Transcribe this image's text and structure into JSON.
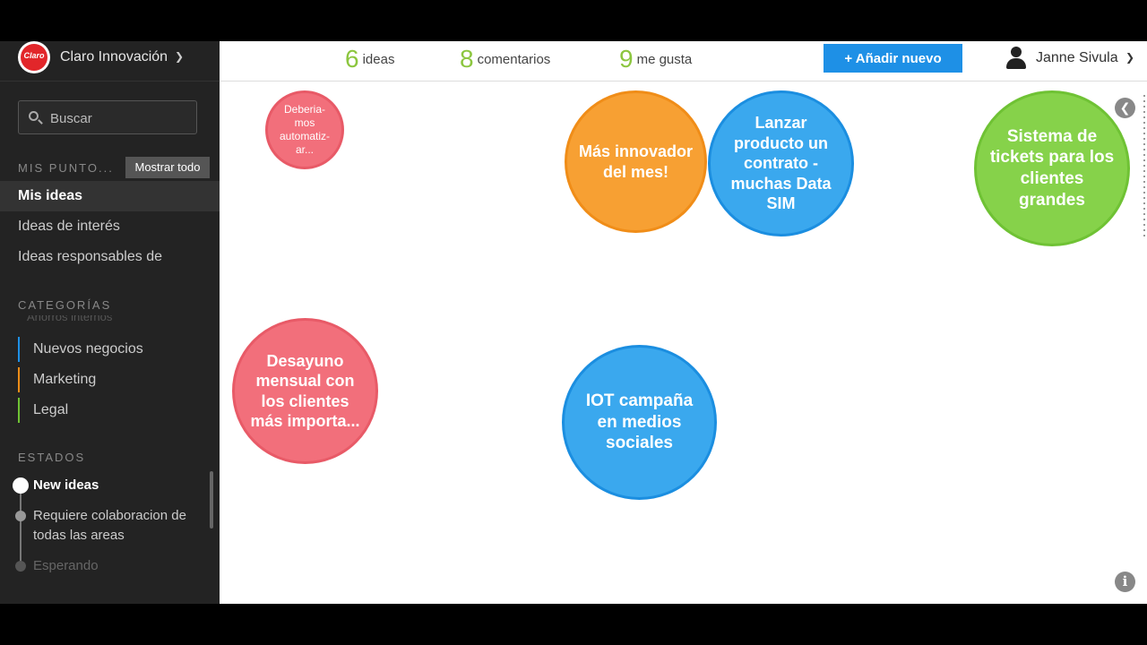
{
  "brand": {
    "logo_text": "Claro",
    "name": "Claro Innovación"
  },
  "search": {
    "placeholder": "Buscar"
  },
  "sidebar": {
    "my_points": {
      "title": "MIS PUNTO...",
      "show_all": "Mostrar todo",
      "items": [
        "Mis ideas",
        "Ideas de interés",
        "Ideas responsables de"
      ]
    },
    "categories": {
      "title": "CATEGORÍAS",
      "faded_item": "Ahorros internos",
      "items": [
        {
          "label": "Nuevos negocios",
          "color": "#1e90e6"
        },
        {
          "label": "Marketing",
          "color": "#f08d18"
        },
        {
          "label": "Legal",
          "color": "#6fc234"
        }
      ]
    },
    "states": {
      "title": "ESTADOS",
      "items": [
        "New ideas",
        "Requiere colaboracion de todas las areas",
        "Esperando"
      ]
    }
  },
  "topbar": {
    "ideas_count": "6",
    "ideas_label": "ideas",
    "comments_count": "8",
    "comments_label": "comentarios",
    "likes_count": "9",
    "likes_label": "me gusta",
    "add_button": "+ Añadir nuevo",
    "user_name": "Janne Sivula"
  },
  "ideas": [
    {
      "text": "Deberia-mos automatiz-ar...",
      "color": "red"
    },
    {
      "text": "Más innovador del mes!",
      "color": "orange"
    },
    {
      "text": "Lanzar producto un contrato - muchas Data SIM",
      "color": "blue"
    },
    {
      "text": "Sistema de tickets para los clientes grandes",
      "color": "green"
    },
    {
      "text": "Desayuno mensual con los clientes más importa...",
      "color": "red"
    },
    {
      "text": "IOT campaña en medios sociales",
      "color": "blue"
    }
  ],
  "icons": {
    "collapse": "chevron-left-icon",
    "info": "info-icon"
  },
  "colors": {
    "accent": "#1e90e6",
    "stat_green": "#8cc63f",
    "sidebar_bg": "#232323"
  }
}
